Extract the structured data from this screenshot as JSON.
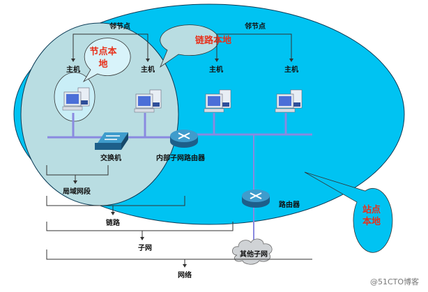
{
  "labels": {
    "neighbor_left": "邻节点",
    "neighbor_right": "邻节点",
    "hosts": [
      "主机",
      "主机",
      "主机",
      "主机"
    ],
    "switch": "交换机",
    "inner_router": "内部子网路由器",
    "router": "路由器",
    "lan_segment": "局域网段",
    "link": "链路",
    "subnet": "子网",
    "other_subnet": "其他子网",
    "network": "网络"
  },
  "callouts": {
    "node_local_1": "节点本",
    "node_local_2": "地",
    "link_local": "链路本地",
    "site_local_1": "站点",
    "site_local_2": "本地"
  },
  "watermark": "@51CTO博客",
  "colors": {
    "site": "#00c3f2",
    "link": "#b9dde2",
    "callout": "#d8f3fa",
    "callout_text": "#e8301a"
  }
}
